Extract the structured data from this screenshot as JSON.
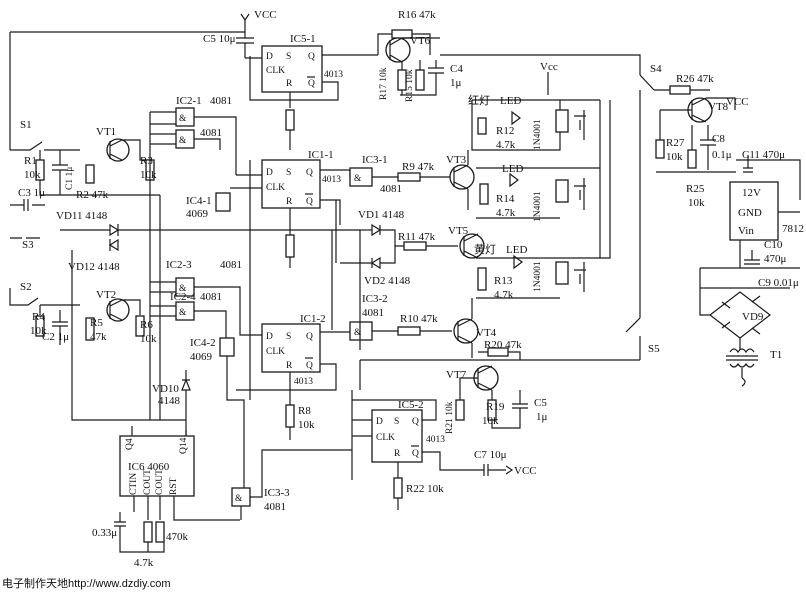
{
  "labels": {
    "vcc_top": "VCC",
    "r16": "R16 47k",
    "c5": "C5 10μ",
    "ic5_1": "IC5-1",
    "ic5_1_part": "4013",
    "vt6": "VT6",
    "r17": "R17 10k",
    "r15": "R15 10k",
    "c4": "C4",
    "c4_val": "1μ",
    "vcc_mid": "Vcc",
    "red_lamp": "红灯",
    "led_top": "LED",
    "r12": "R12",
    "r12_val": "4.7k",
    "d_1n4001_a": "1N4001",
    "s4": "S4",
    "r26": "R26 47k",
    "vt8": "VT8",
    "vcc_right": "VCC",
    "s1": "S1",
    "ic2_1": "IC2-1",
    "ic2_1_part": "4081",
    "ic2_2_part": "4081",
    "vt1": "VT1",
    "r1": "R1",
    "r1_val": "10k",
    "c1": "C1 1μ",
    "r2": "R2 47k",
    "r3": "R3",
    "r3_val": "10k",
    "ic1_1": "IC1-1",
    "ic1_1_part": "4013",
    "ic3_1": "IC3-1",
    "ic3_1_part": "4081",
    "r9": "R9 47k",
    "vt3": "VT3",
    "led_mid": "LED",
    "r14": "R14",
    "r14_val": "4.7k",
    "d_1n4001_b": "1N4001",
    "r27": "R27",
    "r27_val": "10k",
    "c8": "C8",
    "c8_val": "0.1μ",
    "c11": "C11 470μ",
    "r25": "R25",
    "r25_val": "10k",
    "ic4_1": "IC4-1",
    "ic4_1_part": "4069",
    "c3": "C3 1μ",
    "vd11": "VD11 4148",
    "vd1": "VD1 4148",
    "s3": "S3",
    "vd12": "VD12 4148",
    "r11": "R11 47k",
    "vt5": "VT5",
    "yellow_lamp": "黄灯",
    "led_low": "LED",
    "reg_12v": "12V",
    "reg_gnd": "GND",
    "reg_vin": "Vin",
    "reg_part": "7812",
    "c10": "C10",
    "c10_val": "470μ",
    "c9": "C9 0.01μ",
    "vd2": "VD2 4148",
    "ic2_3": "IC2-3",
    "ic2_3_part": "4081",
    "r13": "R13",
    "r13_val": "4.7k",
    "d_1n4001_c": "1N4001",
    "s2": "S2",
    "vt2": "VT2",
    "ic2_4": "IC2-4",
    "ic2_4_part": "4081",
    "ic3_2": "IC3-2",
    "ic3_2_part": "4081",
    "r4": "R4",
    "r4_val": "10k",
    "r5": "R5",
    "r5_val": "47k",
    "r6": "R6",
    "r6_val": "10k",
    "ic1_2": "IC1-2",
    "ic1_2_part": "4013",
    "r10": "R10 47k",
    "vt4": "VT4",
    "vd9": "VD9",
    "c2": "C2 1μ",
    "s5": "S5",
    "r20": "R20 47k",
    "ic4_2": "IC4-2",
    "ic4_2_part": "4069",
    "t1": "T1",
    "vt7": "VT7",
    "c5b": "C5",
    "c5b_val": "1μ",
    "vd10": "VD10",
    "vd10_part": "4148",
    "r8": "R8",
    "r8_val": "10k",
    "r21": "R21 10k",
    "r19": "R19",
    "r19_val": "10k",
    "ic5_2": "IC5-2",
    "ic5_2_part": "4013",
    "ic6": "IC6 4060",
    "ic6_q4": "Q4",
    "ic6_q14": "Q14",
    "ic6_ctin": "CTIN",
    "ic6_cout": "COUT",
    "ic6_coutn": "COUT",
    "ic6_rst": "RST",
    "c7": "C7 10μ",
    "vcc_c7": "VCC",
    "ic3_3": "IC3-3",
    "ic3_3_part": "4081",
    "r22": "R22 10k",
    "c_033": "0.33μ",
    "r_470k": "470k",
    "r_47k_osc": "4.7k",
    "footer": "电子制作天地http://www.dzdiy.com"
  },
  "pins": {
    "d": "D",
    "s": "S",
    "q": "Q",
    "clk": "CLK",
    "r": "R",
    "qn": "Q",
    "and": "&"
  }
}
